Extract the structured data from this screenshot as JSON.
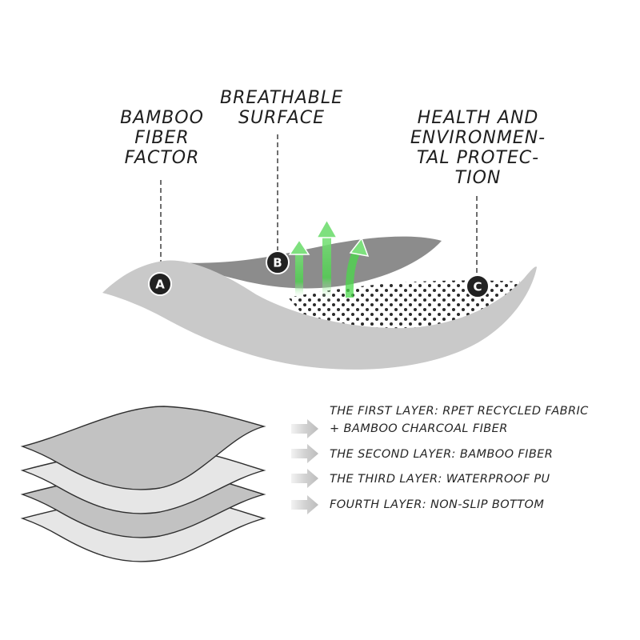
{
  "labels": {
    "bamboo": "BAMBOO\nFIBER\nFACTOR",
    "breathable": "BREATHABLE\nSURFACE",
    "health": "HEALTH AND\nENVIRONMEN-\nTAL PROTEC-\nTION"
  },
  "markers": {
    "a": "A",
    "b": "B",
    "c": "C"
  },
  "layers": [
    {
      "text": "THE FIRST LAYER: RPET RECYCLED FABRIC\n+ BAMBOO CHARCOAL FIBER"
    },
    {
      "text": "THE SECOND LAYER: BAMBOO FIBER"
    },
    {
      "text": "THE THIRD LAYER: WATERPROOF PU"
    },
    {
      "text": "FOURTH LAYER: NON-SLIP BOTTOM"
    }
  ],
  "colors": {
    "body_gray": "#c9c9c9",
    "dark_flap": "#8c8c8c",
    "arrow_green": "#49d949",
    "layer_dark": "#c2c2c2",
    "layer_light": "#e6e6e6",
    "marker": "#222222"
  }
}
